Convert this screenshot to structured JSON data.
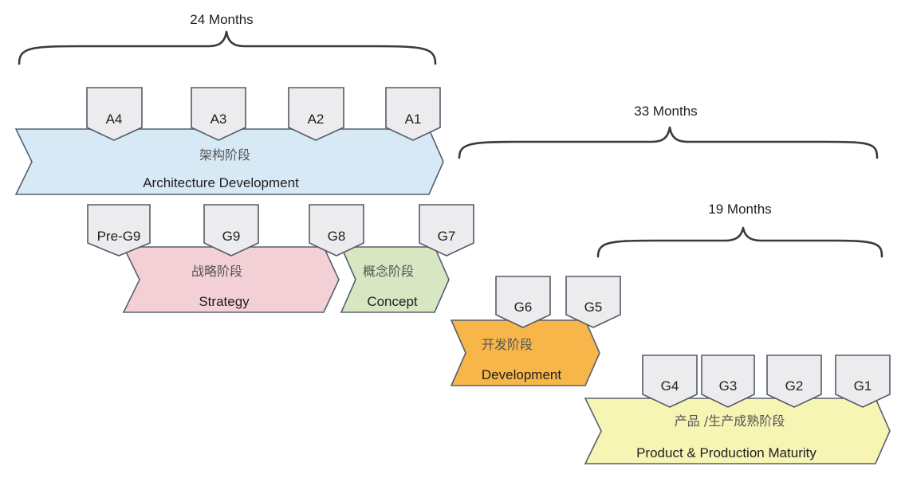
{
  "spans": {
    "architecture": "24 Months",
    "strategy_to_maturity": "33 Months",
    "development_to_maturity": "19 Months"
  },
  "phases": {
    "architecture": {
      "cn": "架构阶段",
      "en": "Architecture Development",
      "color": "#d6e9f5"
    },
    "strategy": {
      "cn": "战略阶段",
      "en": "Strategy",
      "color": "#f3d0d6"
    },
    "concept": {
      "cn": "概念阶段",
      "en": "Concept",
      "color": "#d8e6c2"
    },
    "development": {
      "cn": "开发阶段",
      "en": "Development",
      "color": "#f7b54a"
    },
    "maturity": {
      "cn": "产品 /生产成熟阶段",
      "en": "Product & Production Maturity",
      "color": "#f7f5b4"
    }
  },
  "gates": {
    "a4": "A4",
    "a3": "A3",
    "a2": "A2",
    "a1": "A1",
    "preg9": "Pre-G9",
    "g9": "G9",
    "g8": "G8",
    "g7": "G7",
    "g6": "G6",
    "g5": "G5",
    "g4": "G4",
    "g3": "G3",
    "g2": "G2",
    "g1": "G1"
  }
}
